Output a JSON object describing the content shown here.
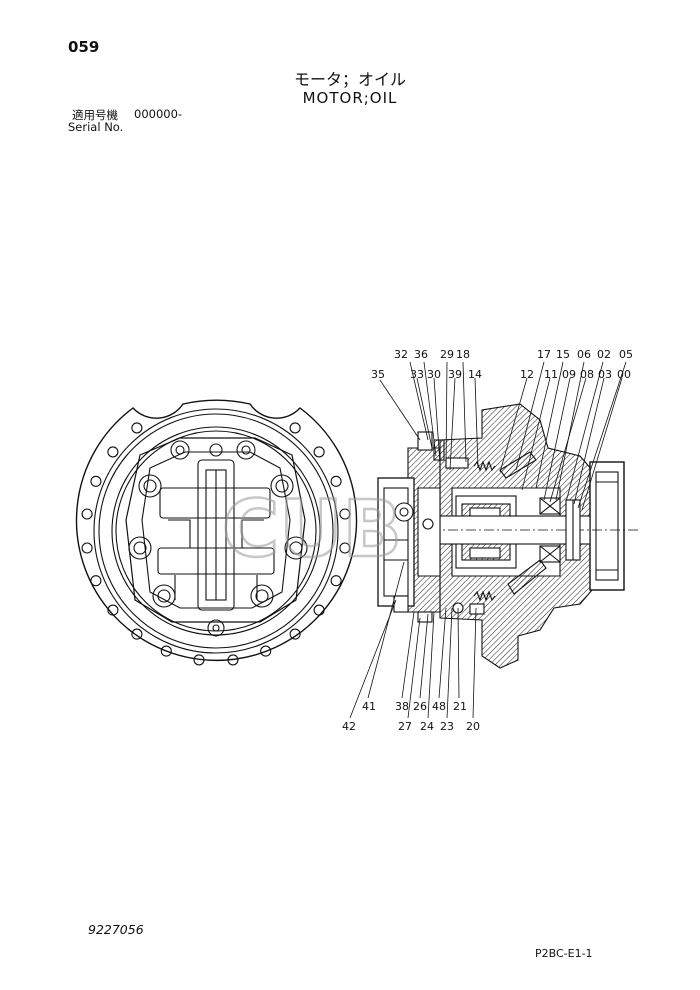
{
  "header": {
    "page_number": "059",
    "title_jp": "モータ；オイル",
    "title_en": "MOTOR;OIL",
    "applicable_label": "適用号機",
    "applicable_value": "000000-",
    "serial_label": "Serial No."
  },
  "footer": {
    "drawing_number": "9227056",
    "page_code": "P2BC-E1-1"
  },
  "watermark": "CUB",
  "callouts": {
    "c32": "32",
    "c36": "36",
    "c29": "29",
    "c18": "18",
    "c35": "35",
    "c33": "33",
    "c30": "30",
    "c39": "39",
    "c14": "14",
    "c17": "17",
    "c15": "15",
    "c06": "06",
    "c02": "02",
    "c05": "05",
    "c12": "12",
    "c11": "11",
    "c09": "09",
    "c08": "08",
    "c03": "03",
    "c00": "00",
    "c41": "41",
    "c38": "38",
    "c26": "26",
    "c48": "48",
    "c21": "21",
    "c42": "42",
    "c27": "27",
    "c24": "24",
    "c23": "23",
    "c20": "20"
  }
}
